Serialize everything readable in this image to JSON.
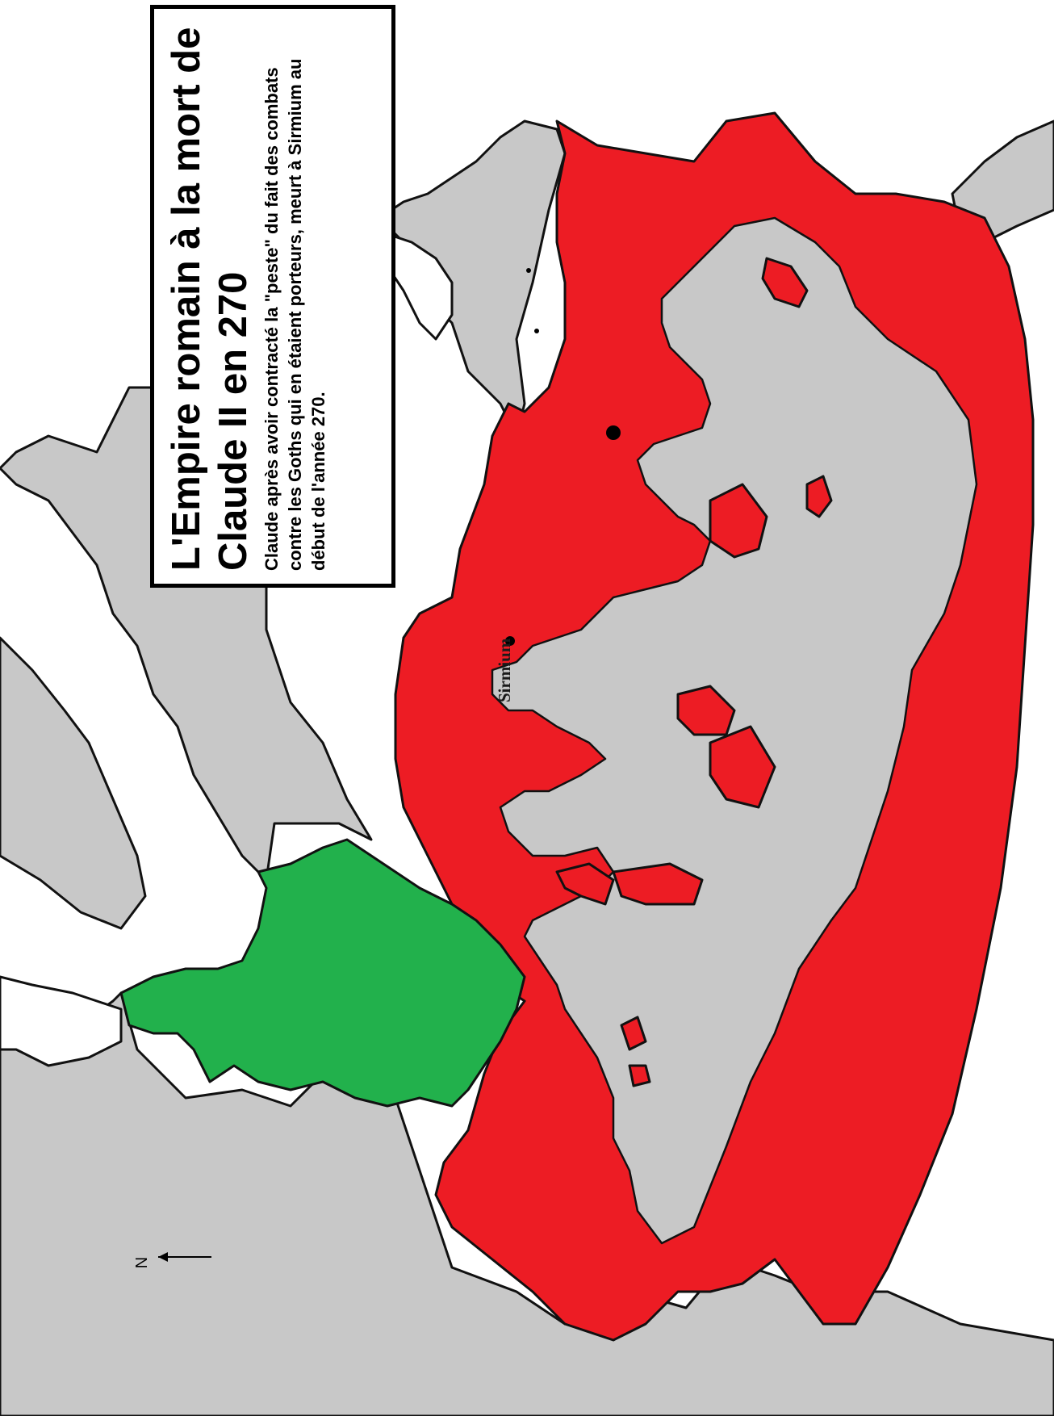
{
  "map": {
    "title": "L'Empire romain à la mort de Claude II en 270",
    "caption": "Claude après avoir contracté la \"peste\" du fait des combats contre les Goths qui en étaient porteurs, meurt à Sirmium au début de l'année 270.",
    "cities": [
      {
        "name": "Sirmium"
      }
    ],
    "north_arrow_label": "N",
    "colors": {
      "roman_empire": "#ed1c24",
      "gallic_empire": "#22b14c",
      "land": "#c8c8c8",
      "water": "#ffffff",
      "border": "#111111"
    }
  }
}
